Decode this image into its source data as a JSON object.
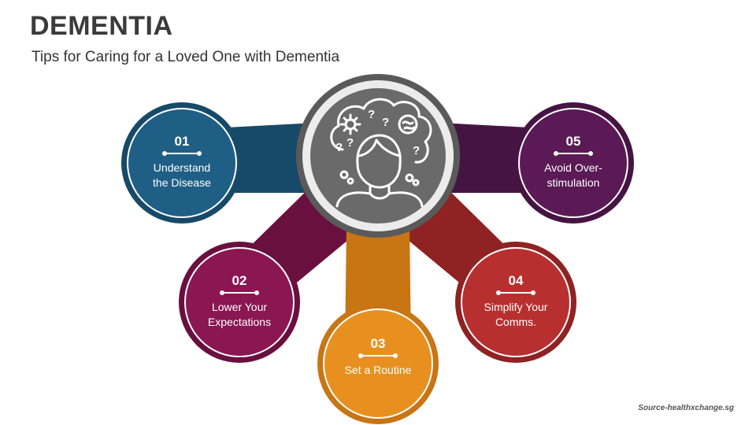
{
  "header": {
    "title": "DEMENTIA",
    "subtitle": "Tips for Caring for a Loved One with Dementia"
  },
  "hub": {
    "icon": "head-with-thoughts-icon",
    "marks": [
      "?",
      "?",
      "?",
      "?",
      "?"
    ]
  },
  "nodes": [
    {
      "number": "01",
      "label": "Understand the Disease",
      "color": "#1f5f85",
      "connector_color": "#174a68"
    },
    {
      "number": "02",
      "label": "Lower Your Expectations",
      "color": "#8a1652",
      "connector_color": "#6a103f"
    },
    {
      "number": "03",
      "label": "Set a Routine",
      "color": "#e8901f",
      "connector_color": "#c87514"
    },
    {
      "number": "04",
      "label": "Simplify Your Comms.",
      "color": "#b82f2f",
      "connector_color": "#8f2222"
    },
    {
      "number": "05",
      "label": "Avoid Over-stimulation",
      "color": "#5b1a55",
      "connector_color": "#461442"
    }
  ],
  "footer": {
    "source": "Source-healthxchange.sg"
  }
}
